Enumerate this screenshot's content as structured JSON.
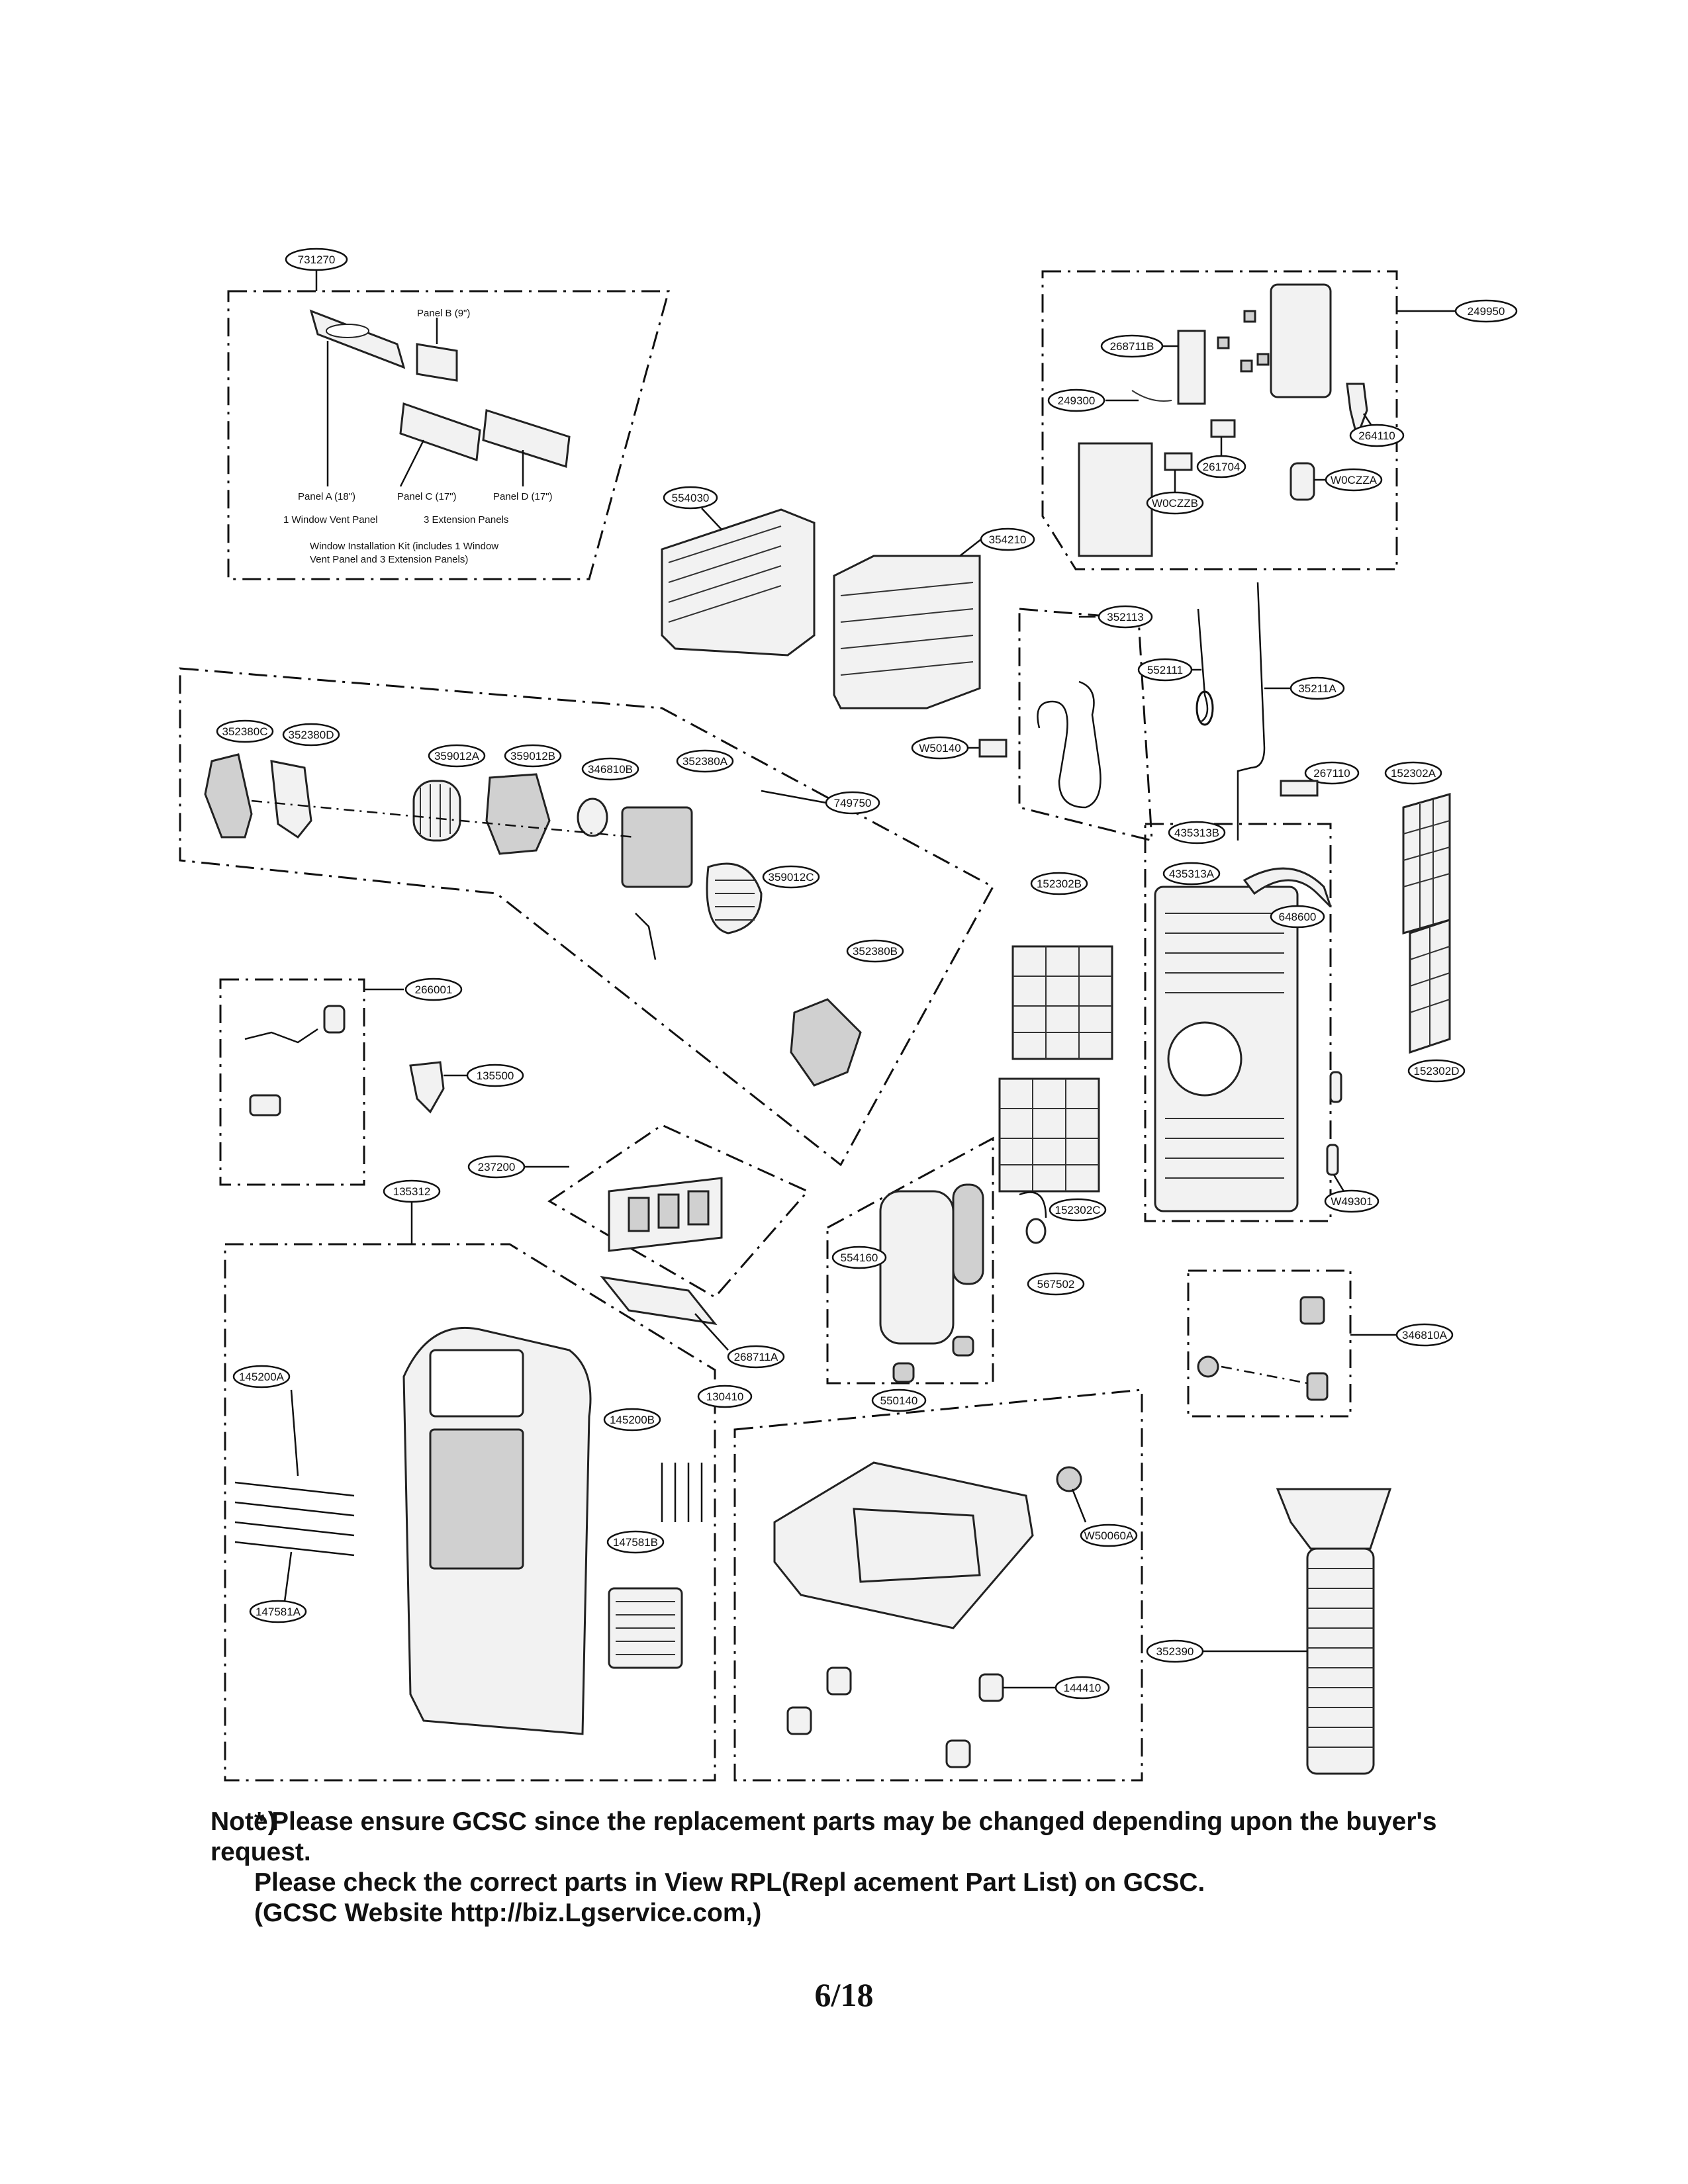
{
  "parts": {
    "p731270": "731270",
    "p249950": "249950",
    "p268711b": "268711B",
    "p249300": "249300",
    "p264110": "264110",
    "p261704": "261704",
    "p w0czzb": "W0CZZB",
    "pw0czzb": "W0CZZB",
    "pw0czza": "W0CZZA",
    "p554030": "554030",
    "p354210": "354210",
    "p352113": "352113",
    "p552111": "552111",
    "p35211a": "35211A",
    "p352380c": "352380C",
    "p352380d": "352380D",
    "p359012a": "359012A",
    "p359012b": "359012B",
    "p346810b": "346810B",
    "p352380a": "352380A",
    "p749750": "749750",
    "p359012c": "359012C",
    "p352380b": "352380B",
    "pw50140": "W50140",
    "p267110": "267110",
    "p152302a": "152302A",
    "p435313b": "435313B",
    "p435313a": "435313A",
    "p152302b": "152302B",
    "p648600": "648600",
    "p152302d": "152302D",
    "p266001": "266001",
    "p135500": "135500",
    "p237200": "237200",
    "p135312": "135312",
    "p152302c": "152302C",
    "pw49301": "W49301",
    "p554160": "554160",
    "p567502": "567502",
    "p268711a": "268711A",
    "p130410": "130410",
    "p550140": "550140",
    "p346810a": "346810A",
    "p145200a": "145200A",
    "p145200b": "145200B",
    "p147581b": "147581B",
    "p147581a": "147581A",
    "pw50060a": "W50060A",
    "p352390": "352390",
    "p144410": "144410"
  },
  "kit": {
    "panel_b": "Panel B (9\")",
    "panel_a": "Panel A (18\")",
    "panel_c": "Panel C (17\")",
    "panel_d": "Panel D (17\")",
    "vent_panel": "1 Window Vent Panel",
    "ext_panels": "3 Extension Panels",
    "kit_line1": "Window Installation Kit (includes 1 Window",
    "kit_line2": "Vent Panel and 3 Extension Panels)"
  },
  "note": {
    "prefix": "Note)",
    "line1": "* Please ensure GCSC since the replacement parts may be changed depending upon the buyer's request.",
    "line2": "Please check  the correct parts in View RPL(Repl   acement Part List) on GCSC.",
    "line3": "(GCSC Website  http://biz.Lgservice.com,)"
  },
  "page_number": "6/18"
}
